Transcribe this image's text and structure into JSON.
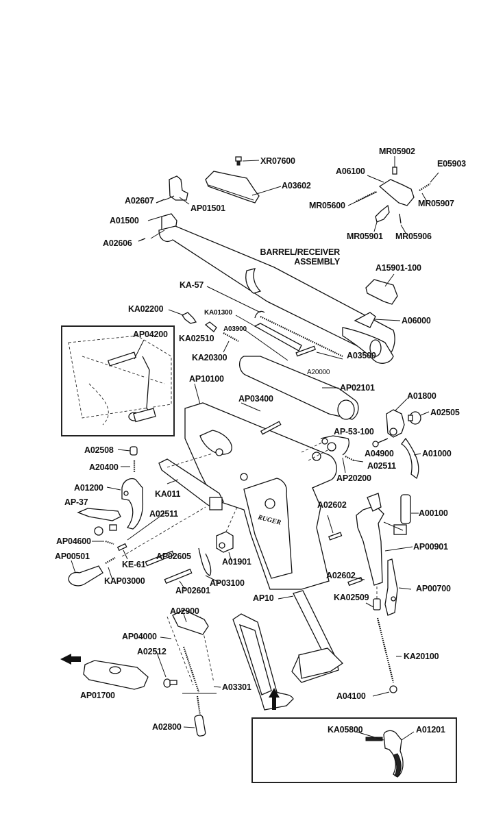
{
  "diagram": {
    "title": "Exploded parts diagram - pistol",
    "assembly_label_line1": "BARREL/RECEIVER",
    "assembly_label_line2": "ASSEMBLY",
    "grip_logo_text": "RUGER",
    "parts": {
      "XR07600": "XR07600",
      "A03602": "A03602",
      "A02607": "A02607",
      "AP01501": "AP01501",
      "A01500": "A01500",
      "A02606": "A02606",
      "MR05902": "MR05902",
      "E05903": "E05903",
      "A06100": "A06100",
      "MR05600": "MR05600",
      "MR05907": "MR05907",
      "MR05901": "MR05901",
      "MR05906": "MR05906",
      "A15901_100": "A15901-100",
      "KA_57": "KA-57",
      "KA02200": "KA02200",
      "KA01300": "KA01300",
      "A03900": "A03900",
      "KA02510": "KA02510",
      "KA20300": "KA20300",
      "A06000": "A06000",
      "A20000": "A20000",
      "A03500": "A03500",
      "AP02101": "AP02101",
      "AP04200": "AP04200",
      "AP10100": "AP10100",
      "AP03400": "AP03400",
      "A01800": "A01800",
      "A02505": "A02505",
      "AP_53_100": "AP-53-100",
      "A04900": "A04900",
      "A01000": "A01000",
      "A02511_right": "A02511",
      "AP20200": "AP20200",
      "A02508": "A02508",
      "A20400": "A20400",
      "A01200": "A01200",
      "KA011": "KA011",
      "AP_37": "AP-37",
      "A02511_left": "A02511",
      "AP04600": "AP04600",
      "AP00501": "AP00501",
      "KE_61": "KE-61",
      "KAP03000": "KAP03000",
      "AP02605": "AP02605",
      "A01901": "A01901",
      "AP03100": "AP03100",
      "AP02601": "AP02601",
      "A02602_top": "A02602",
      "A00100": "A00100",
      "AP00901": "AP00901",
      "A02602_bottom": "A02602",
      "AP00700": "AP00700",
      "KA02509": "KA02509",
      "AP10": "AP10",
      "KA20100": "KA20100",
      "A04100": "A04100",
      "A02900": "A02900",
      "AP04000": "AP04000",
      "A02512": "A02512",
      "AP01700": "AP01700",
      "A03301": "A03301",
      "A02800": "A02800",
      "KA05800": "KA05800",
      "A01201": "A01201"
    }
  }
}
